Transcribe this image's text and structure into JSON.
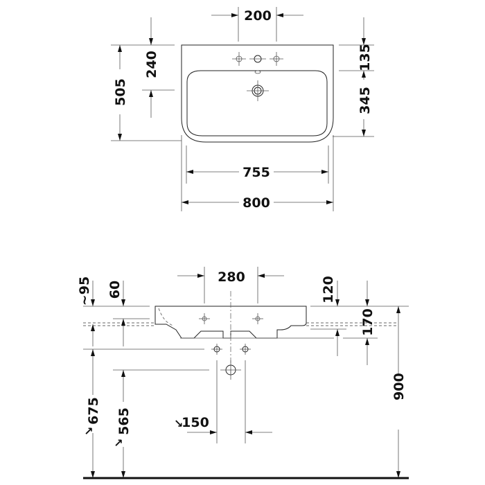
{
  "drawing": {
    "title": "Washbasin dimension drawing",
    "units": "mm",
    "top_view": {
      "tap_hole_spacing": "200",
      "tap_hole_to_bowl": "240",
      "overall_depth": "505",
      "rim_to_bowl": "135",
      "bowl_depth": "345",
      "bowl_width": "755",
      "overall_width": "800"
    },
    "front_view": {
      "overflow_depth_approx": "~95",
      "bowl_rim_drop": "60",
      "tap_spacing_front": "280",
      "rim_thickness": "120",
      "basin_height": "170",
      "floor_to_rim": "900",
      "floor_to_fixing_approx": "675",
      "floor_to_waste_approx": "565",
      "waste_pipe_spacing_approx": "150"
    },
    "approx_marker": "↗"
  }
}
